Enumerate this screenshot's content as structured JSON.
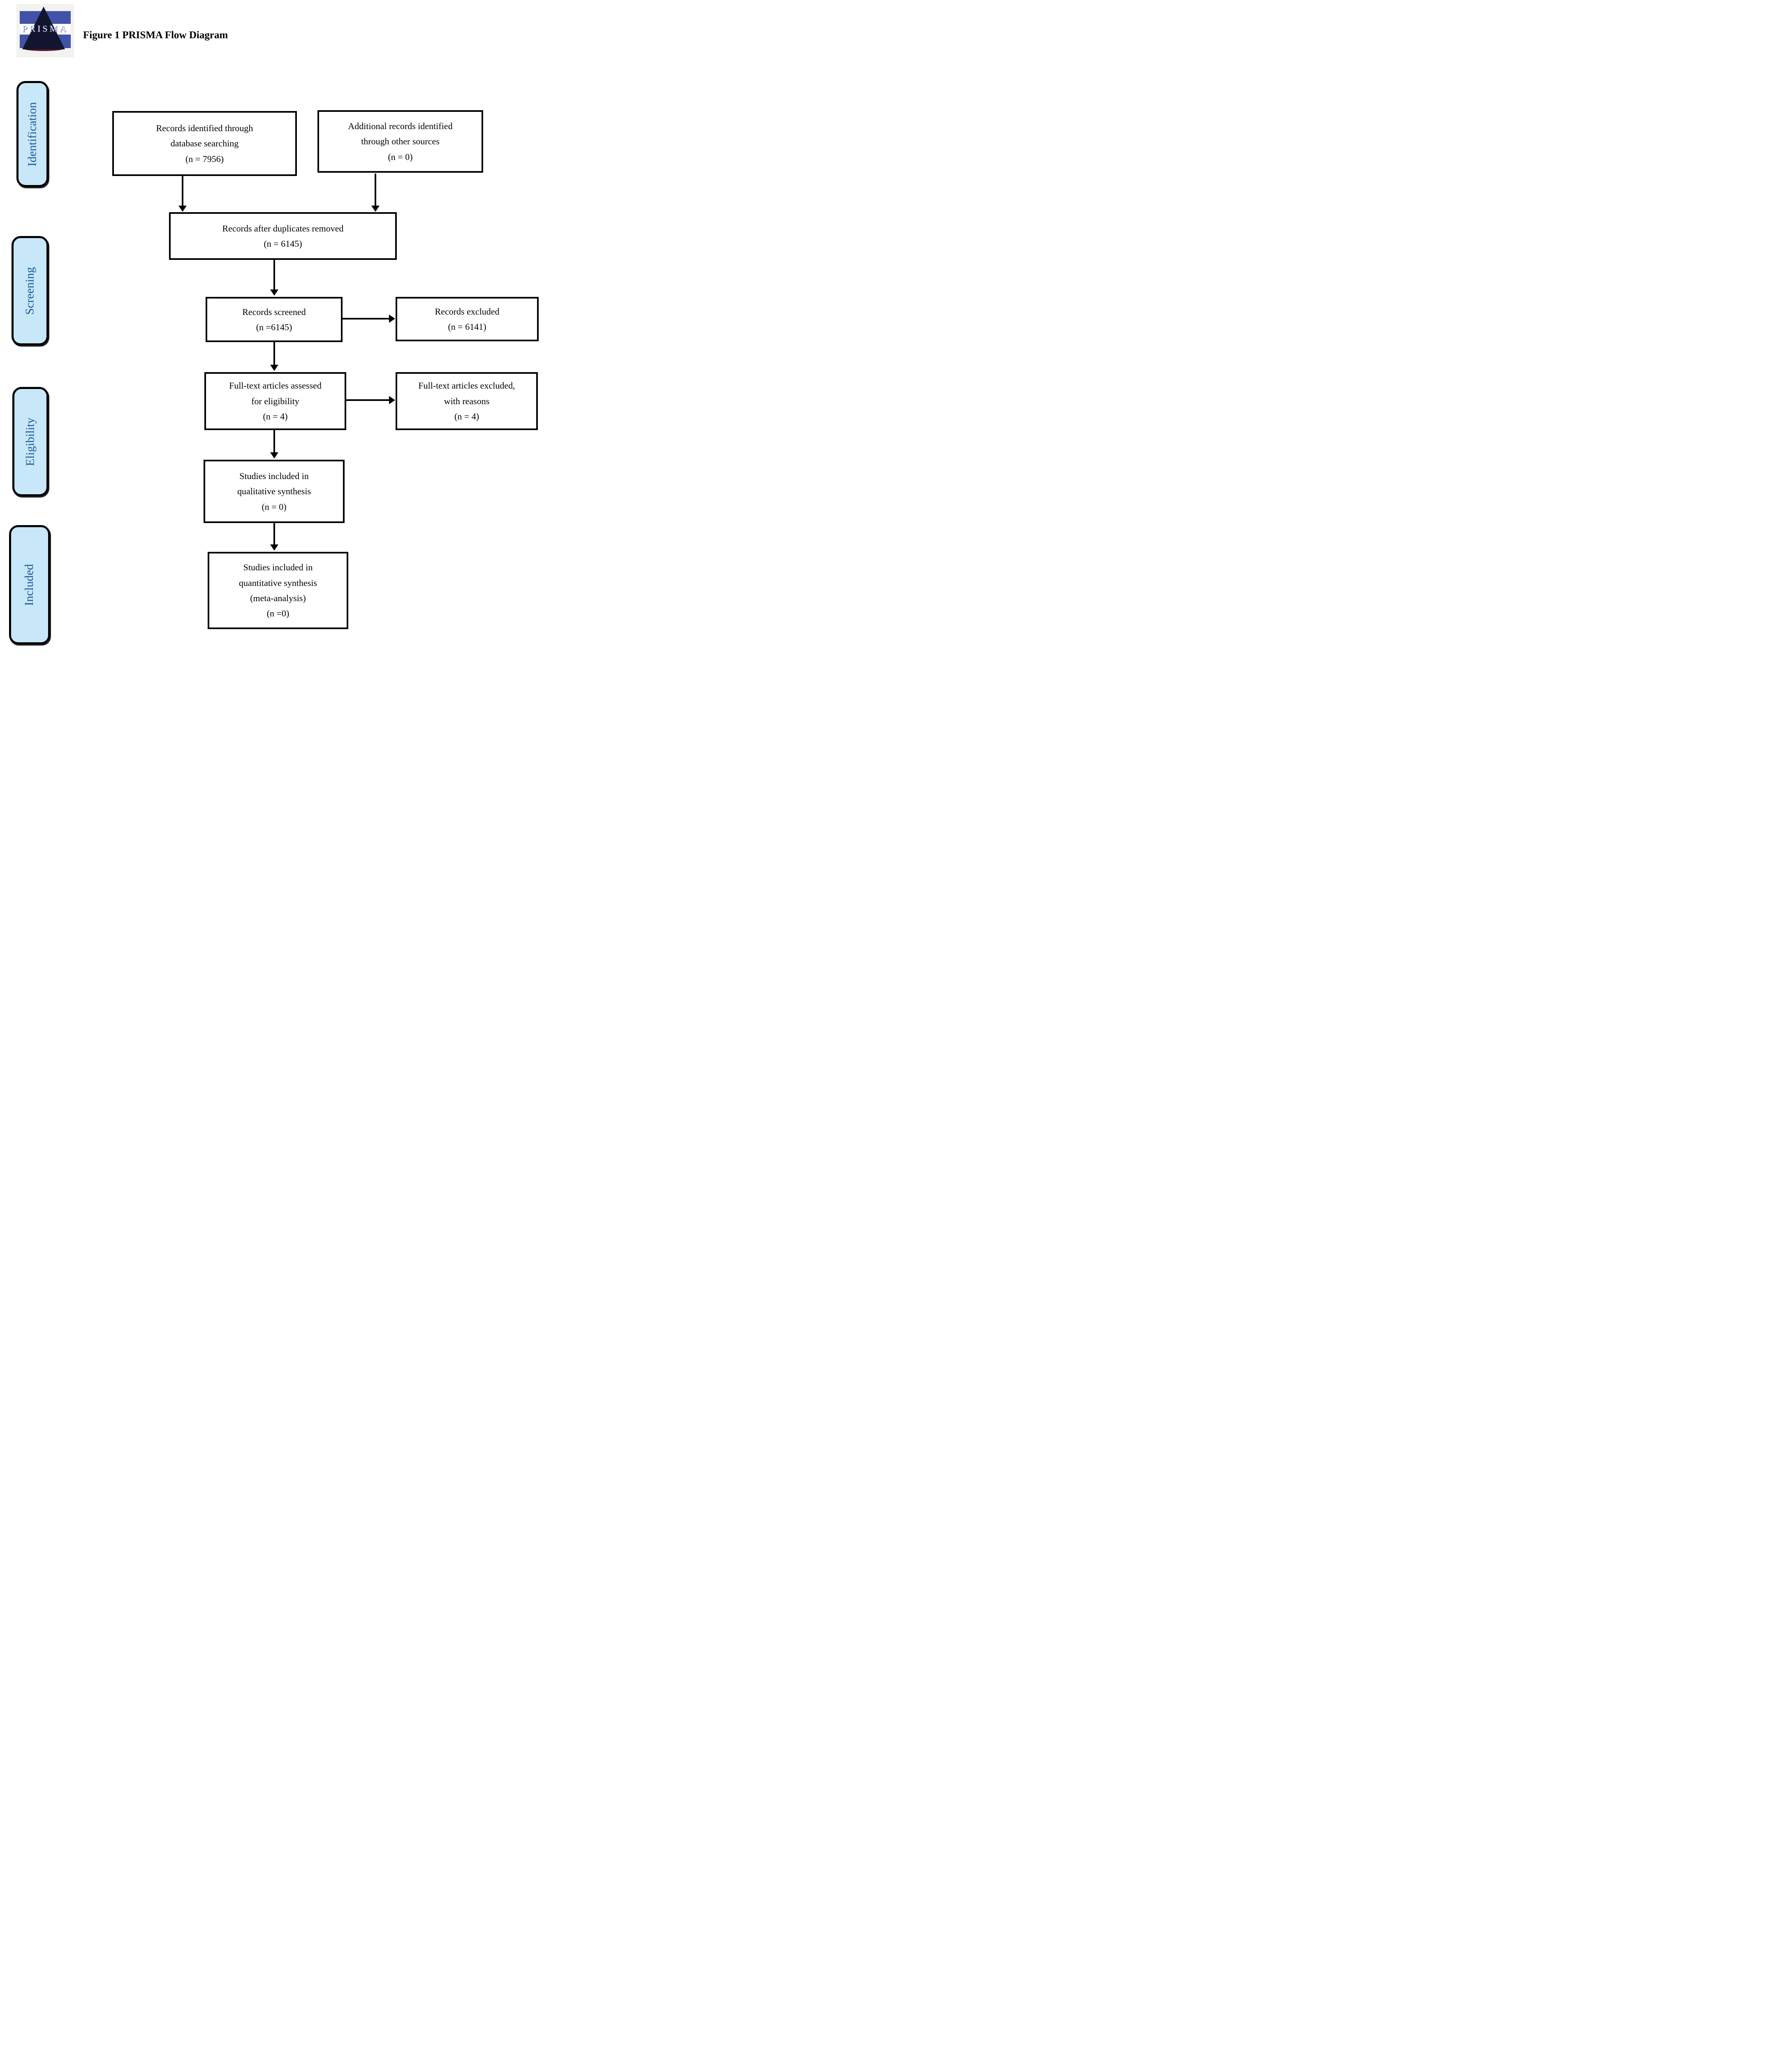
{
  "header": {
    "logo_text": "PRISMA",
    "title": "Figure 1 PRISMA Flow Diagram"
  },
  "stage_labels": [
    {
      "label": "Identification"
    },
    {
      "label": "Screening"
    },
    {
      "label": "Eligibility"
    },
    {
      "label": "Included"
    }
  ],
  "flow": {
    "identified": {
      "lines": [
        "Records identified through",
        "database searching",
        "(n = 7956)"
      ]
    },
    "additional": {
      "lines": [
        "Additional records identified",
        "through other sources",
        "(n = 0)"
      ]
    },
    "after_duplicates": {
      "lines": [
        "Records after duplicates removed",
        "(n = 6145)"
      ]
    },
    "screened": {
      "lines": [
        "Records screened",
        "(n =6145)"
      ]
    },
    "records_excluded": {
      "lines": [
        "Records excluded",
        "(n = 6141)"
      ]
    },
    "fulltext_assessed": {
      "lines": [
        "Full-text articles assessed",
        "for eligibility",
        "(n = 4)"
      ]
    },
    "fulltext_excluded": {
      "lines": [
        "Full-text articles excluded,",
        "with reasons",
        "(n = 4)"
      ]
    },
    "qualitative": {
      "lines": [
        "Studies included in",
        "qualitative synthesis",
        "(n = 0)"
      ]
    },
    "quantitative": {
      "lines": [
        "Studies included in",
        "quantitative synthesis",
        "(meta-analysis)",
        "(n =0)"
      ]
    }
  },
  "colors": {
    "stage_fill": "#c8e7f9",
    "stage_text": "#1a5a96",
    "box_fill": "#ffffff",
    "box_border": "#000000",
    "arrow": "#000000",
    "logo_blue": "#4152a8",
    "logo_triangle": "#13152f",
    "logo_maroon": "#571626"
  }
}
